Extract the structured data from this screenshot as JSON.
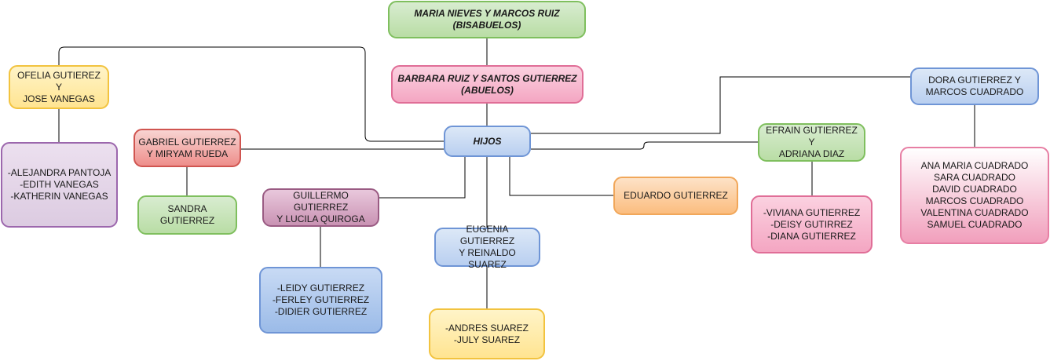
{
  "nodes": {
    "great_grandparents": "MARIA NIEVES Y MARCOS RUIZ\n(BISABUELOS)",
    "grandparents": "BARBARA RUIZ Y SANTOS GUTIERREZ\n(ABUELOS)",
    "children": "HIJOS",
    "ofelia": "OFELIA GUTIEREZ Y\nJOSE VANEGAS",
    "ofelia_kids": "-ALEJANDRA PANTOJA\n-EDITH VANEGAS\n-KATHERIN VANEGAS",
    "gabriel": "GABRIEL GUTIERREZ\nY MIRYAM RUEDA",
    "gabriel_kids": "SANDRA\nGUTIERREZ",
    "guillermo": "GUILLERMO GUTIERREZ\nY LUCILA QUIROGA",
    "guillermo_kids": "-LEIDY GUTIERREZ\n-FERLEY GUTIERREZ\n-DIDIER GUTIERREZ",
    "eugenia": "EUGENIA GUTIERREZ\nY REINALDO SUAREZ",
    "eugenia_kids": "-ANDRES SUAREZ\n-JULY SUAREZ",
    "eduardo": "EDUARDO GUTIERREZ",
    "efrain": "EFRAIN GUTIERREZ Y\nADRIANA DIAZ",
    "efrain_kids": "-VIVIANA GUTIERREZ\n-DEISY GUTIRREZ\n-DIANA GUTIERREZ",
    "dora": "DORA GUTIERREZ Y\nMARCOS CUADRADO",
    "dora_kids": "ANA MARIA CUADRADO\nSARA CUADRADO\nDAVID CUADRADO\nMARCOS CUADRADO\nVALENTINA CUADRADO\nSAMUEL CUADRADO"
  },
  "colors": {
    "line": "#000000"
  }
}
